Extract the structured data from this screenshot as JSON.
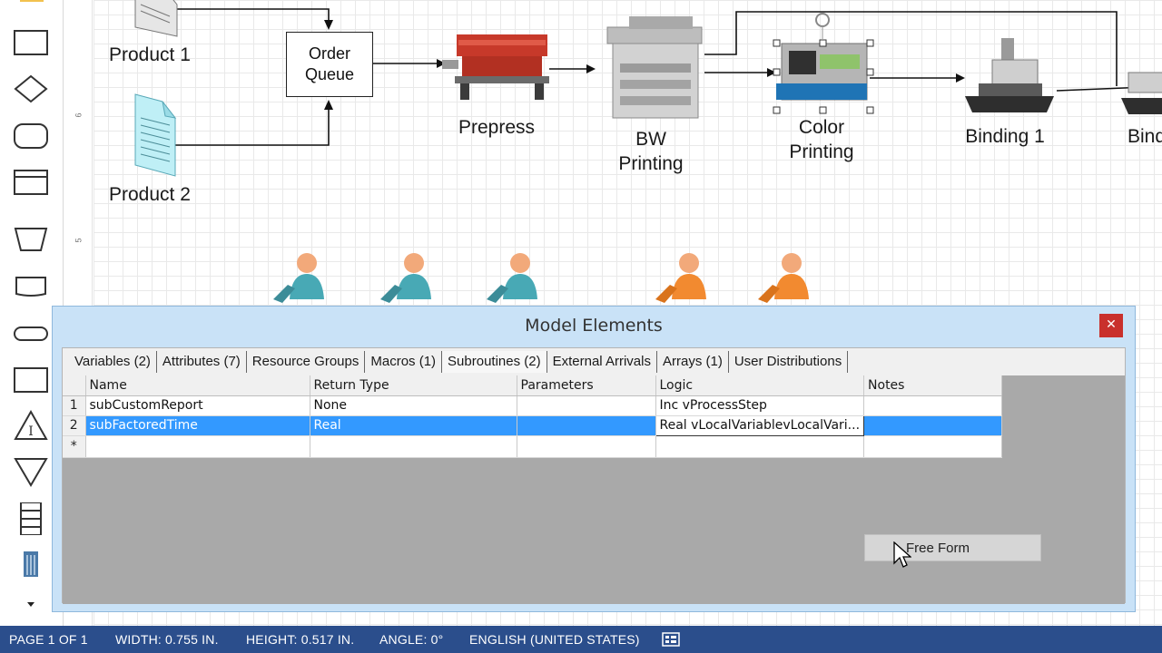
{
  "diagram": {
    "product1": "Product 1",
    "product2": "Product 2",
    "order_queue": "Order\nQueue",
    "prepress": "Prepress",
    "bw_printing_1": "BW",
    "bw_printing_2": "Printing",
    "color_printing_1": "Color",
    "color_printing_2": "Printing",
    "binding1": "Binding 1",
    "binding2_partial": "Bind"
  },
  "ruler": {
    "mark_top": "6",
    "mark_bottom": "5"
  },
  "dialog": {
    "title": "Model Elements",
    "close": "✕",
    "tabs": [
      "Variables (2)",
      "Attributes (7)",
      "Resource Groups",
      "Macros (1)",
      "Subroutines (2)",
      "External Arrivals",
      "Arrays (1)",
      "User Distributions"
    ],
    "active_tab": "Subroutines (2)",
    "columns": [
      "Name",
      "Return Type",
      "Parameters",
      "Logic",
      "Notes"
    ],
    "rows": [
      {
        "num": "1",
        "name": "subCustomReport",
        "return_type": "None",
        "parameters": "",
        "logic": "Inc vProcessStep",
        "notes": ""
      },
      {
        "num": "2",
        "name": "subFactoredTime",
        "return_type": "Real",
        "parameters": "",
        "logic": "Real vLocalVariablevLocalVari...",
        "notes": ""
      }
    ],
    "new_row_marker": "*",
    "context_menu_item": "Free Form"
  },
  "status": {
    "page": "PAGE 1 OF 1",
    "width": "WIDTH: 0.755 IN.",
    "height": "HEIGHT: 0.517 IN.",
    "angle": "ANGLE: 0°",
    "language": "ENGLISH (UNITED STATES)"
  },
  "colors": {
    "dialog_bg": "#c9e2f7",
    "selection": "#3399ff",
    "statusbar": "#2b4e8c",
    "close_button": "#c9302c",
    "worker_teal": "#48a9b5",
    "worker_orange": "#f28a30"
  }
}
